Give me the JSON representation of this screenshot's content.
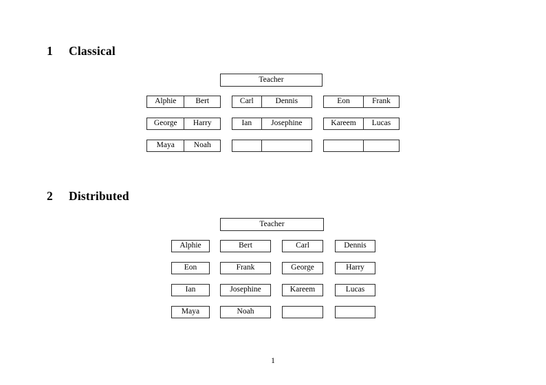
{
  "document": {
    "page_number": "1",
    "sections": [
      {
        "number": "1",
        "title": "Classical",
        "teacher_label": "Teacher",
        "layout": "joined-pairs",
        "groups": [
          {
            "name": "group-left",
            "rows": [
              [
                "Alphie",
                "Bert"
              ],
              [
                "George",
                "Harry"
              ],
              [
                "Maya",
                "Noah"
              ]
            ]
          },
          {
            "name": "group-middle",
            "rows": [
              [
                "Carl",
                "Dennis"
              ],
              [
                "Ian",
                "Josephine"
              ],
              [
                "",
                ""
              ]
            ]
          },
          {
            "name": "group-right",
            "rows": [
              [
                "Eon",
                "Frank"
              ],
              [
                "Kareem",
                "Lucas"
              ],
              [
                "",
                ""
              ]
            ]
          }
        ]
      },
      {
        "number": "2",
        "title": "Distributed",
        "teacher_label": "Teacher",
        "layout": "separate-boxes",
        "rows": [
          [
            "Alphie",
            "Bert",
            "Carl",
            "Dennis"
          ],
          [
            "Eon",
            "Frank",
            "George",
            "Harry"
          ],
          [
            "Ian",
            "Josephine",
            "Kareem",
            "Lucas"
          ],
          [
            "Maya",
            "Noah",
            "",
            ""
          ]
        ]
      }
    ]
  },
  "colors": {
    "page_background": "#ffffff",
    "text": "#000000",
    "box_border": "#2b2b2b"
  }
}
